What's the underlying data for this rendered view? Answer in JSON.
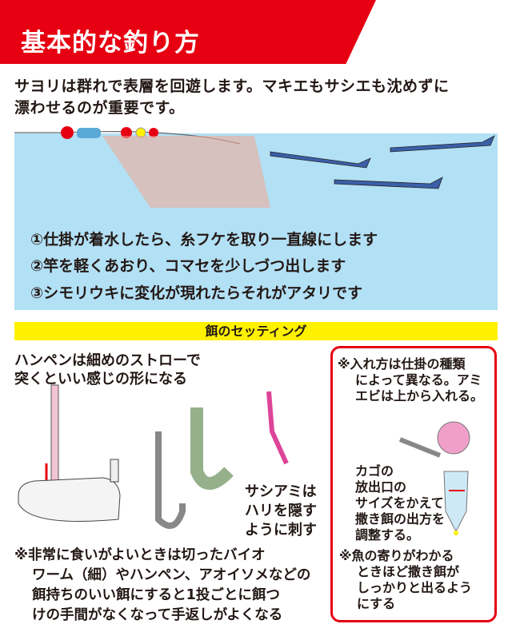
{
  "header": {
    "title": "基本的な釣り方"
  },
  "intro": [
    "サヨリは群れで表層を回遊します。マキエもサシエも沈めずに",
    "漂わせるのが重要です。"
  ],
  "steps": [
    "①仕掛が着水したら、糸フケを取り一直線にします",
    "②竿を軽くあおり、コマセを少しづつ出します",
    "③シモリウキに変化が現れたらそれがアタリです"
  ],
  "section": {
    "title": "餌のセッティング"
  },
  "hanpen": [
    "ハンペンは細めのストローで",
    "突くといい感じの形になる"
  ],
  "sashiami": [
    "サシアミは",
    "ハリを隠す",
    "ように刺す"
  ],
  "note_box": {
    "top": [
      "※入れ方は仕掛の種類",
      "によって異なる。アミ",
      "エビは上から入れる。"
    ],
    "middle": [
      "カゴの",
      "放出口の",
      "サイズをかえて",
      "撒き餌の出方を",
      "調整する。"
    ],
    "bottom": [
      "※魚の寄りがわかる",
      "ときほど撒き餌が",
      "しっかりと出るよう",
      "にする"
    ]
  },
  "bottom_note": [
    "※非常に食いがよいときは切ったバイオ",
    "ワーム（細）やハンペン、アオイソメなどの",
    "餌持ちのいい餌にすると1投ごとに餌つ",
    "けの手間がなくなって手返しがよくなる"
  ],
  "colors": {
    "red": "#e60012",
    "water": "#b2e0f5",
    "yellow": "#fff100"
  }
}
